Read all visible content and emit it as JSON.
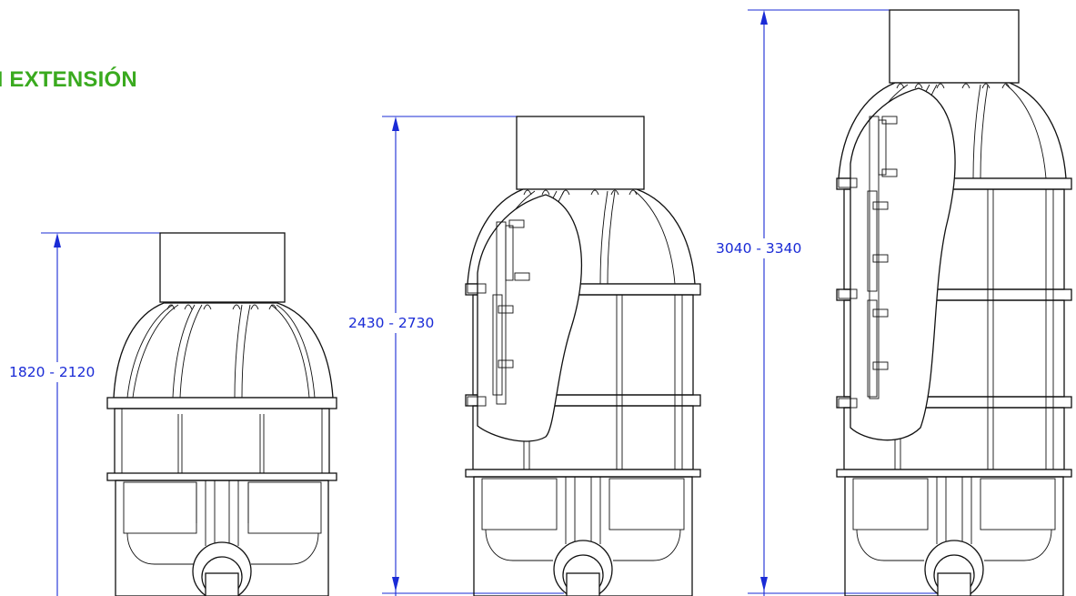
{
  "title": "N EXTENSIÓN",
  "colors": {
    "title": "#3aaa1f",
    "dimension": "#1a2bd6",
    "line": "#111111"
  },
  "tanks": [
    {
      "id": "small",
      "dimension_label": "1820 - 2120"
    },
    {
      "id": "medium",
      "dimension_label": "2430 - 2730"
    },
    {
      "id": "large",
      "dimension_label": "3040 - 3340"
    }
  ]
}
